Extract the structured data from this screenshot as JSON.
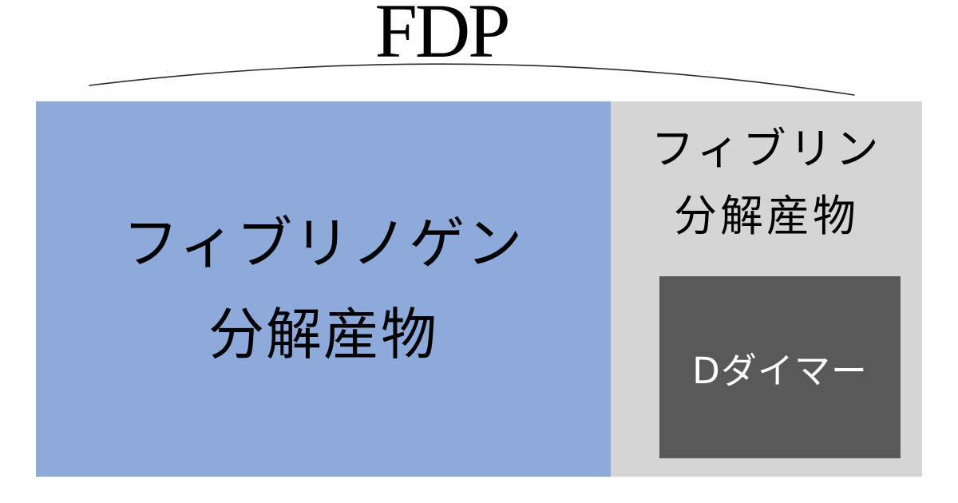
{
  "title": "FDP",
  "colors": {
    "background": "#FFFFFF",
    "fibrinogen_box": "#8EAADB",
    "fibrin_box": "#D5D5D5",
    "d_dimer_box": "#595959",
    "text": "#000000",
    "d_dimer_text": "#FFFFFF",
    "arc_line": "#2B2B2B"
  },
  "fibrinogen_box": {
    "line1": "フィブリノゲン",
    "line2": "分解産物"
  },
  "fibrin_box": {
    "line1": "フィブリン",
    "line2": "分解産物"
  },
  "d_dimer_box": {
    "label": "Dダイマー"
  }
}
